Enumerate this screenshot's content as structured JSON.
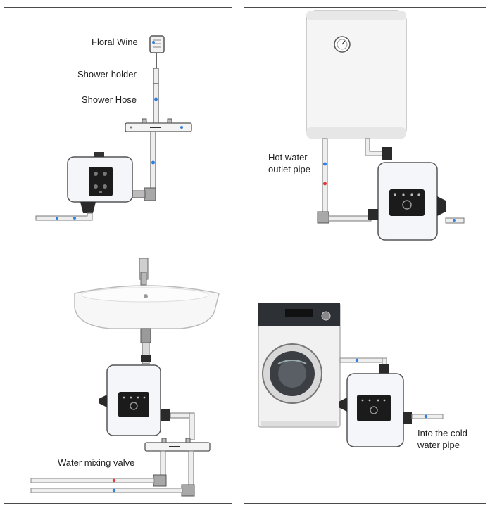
{
  "panels": {
    "shower": {
      "floral_wine_label": "Floral Wine",
      "shower_holder_label": "Shower holder",
      "shower_hose_label": "Shower Hose"
    },
    "heater": {
      "hot_water_line1": "Hot water",
      "hot_water_line2": "outlet pipe"
    },
    "sink": {
      "mixing_valve_label": "Water mixing valve"
    },
    "washer": {
      "cold_pipe_line1": "Into the cold",
      "cold_pipe_line2": "water pipe"
    }
  },
  "colors": {
    "pipe": "#e6e6e6",
    "pipe_outline": "#9a9a9a",
    "cold_marker": "#2f7fe0",
    "hot_marker": "#e03a3a",
    "pump_body": "#f4f6fa",
    "pump_panel": "#1b1b1b"
  }
}
